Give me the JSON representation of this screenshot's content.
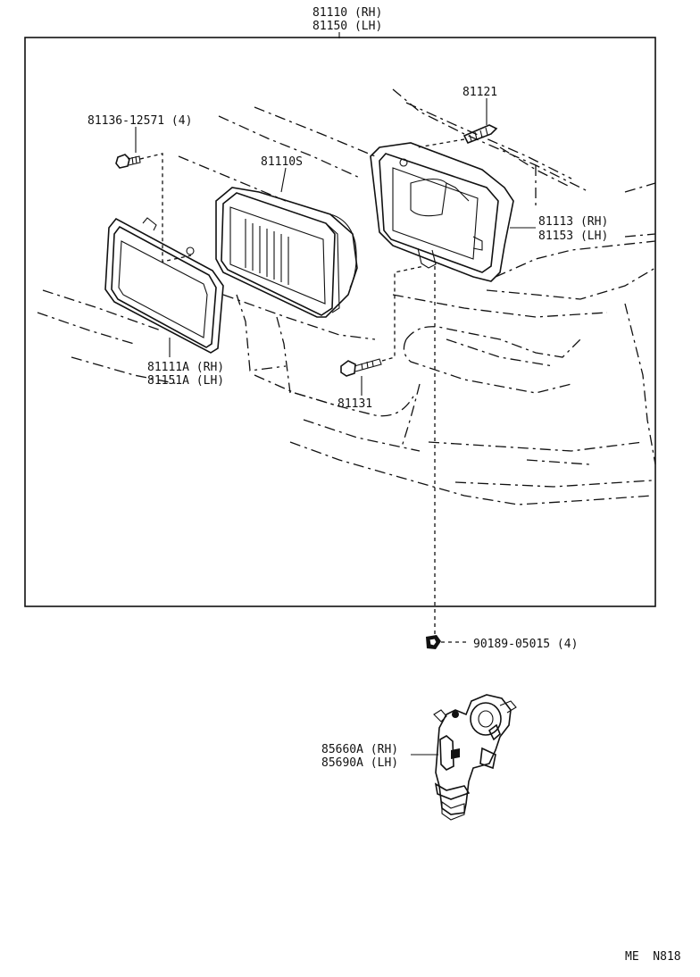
{
  "labels": {
    "assembly_rh": "81110 (RH)",
    "assembly_lh": "81150 (LH)",
    "screw": "81136-12571 (4)",
    "unit": "81110S",
    "bolt_top": "81121",
    "housing_rh": "81113 (RH)",
    "housing_lh": "81153 (LH)",
    "rim_rh": "81111A (RH)",
    "rim_lh": "81151A (LH)",
    "bolt": "81131",
    "nut": "90189-05015 (4)",
    "adjuster_rh": "85660A (RH)",
    "adjuster_lh": "85690A (LH)",
    "footer": "ME  N818"
  }
}
